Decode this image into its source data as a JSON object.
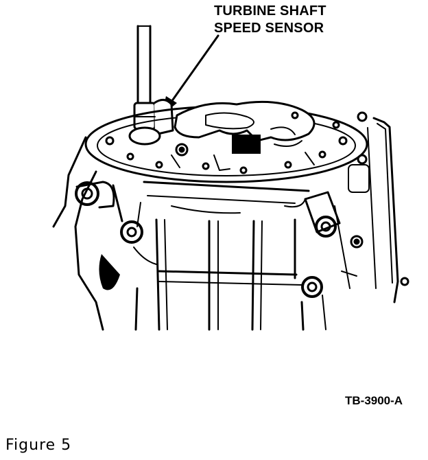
{
  "callout": {
    "line1": "TURBINE SHAFT",
    "line2": "SPEED SENSOR"
  },
  "figure_code": "TB-3900-A",
  "caption": "Figure 5",
  "icons": [
    "transmission-case-drawing",
    "turbine-shaft-speed-sensor",
    "callout-arrow"
  ]
}
